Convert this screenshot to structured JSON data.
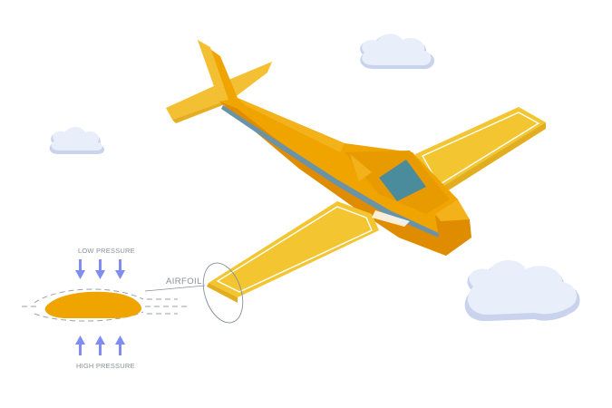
{
  "labels": {
    "low_pressure": "LOW PRESSURE",
    "high_pressure": "HIGH PRESSURE",
    "airfoil": "AIRFOIL"
  },
  "colors": {
    "fuselage": "#f0a400",
    "fuselage_dark": "#e08c00",
    "wing": "#f2c531",
    "wing_outline": "#ffffff",
    "tail": "#f4c033",
    "window": "#4a8b9c",
    "stripe": "#6a93a8",
    "pressure_arrow": "#7f8cf2",
    "airfoil_fill": "#f0a400",
    "flow_lines": "#9aa0a6",
    "cloud": "#e6ecf8",
    "cloud_shadow": "#c9d3ee"
  },
  "icons": {
    "airplane": "airplane-icon",
    "cloud": "cloud-icon",
    "arrow": "arrow-icon"
  }
}
